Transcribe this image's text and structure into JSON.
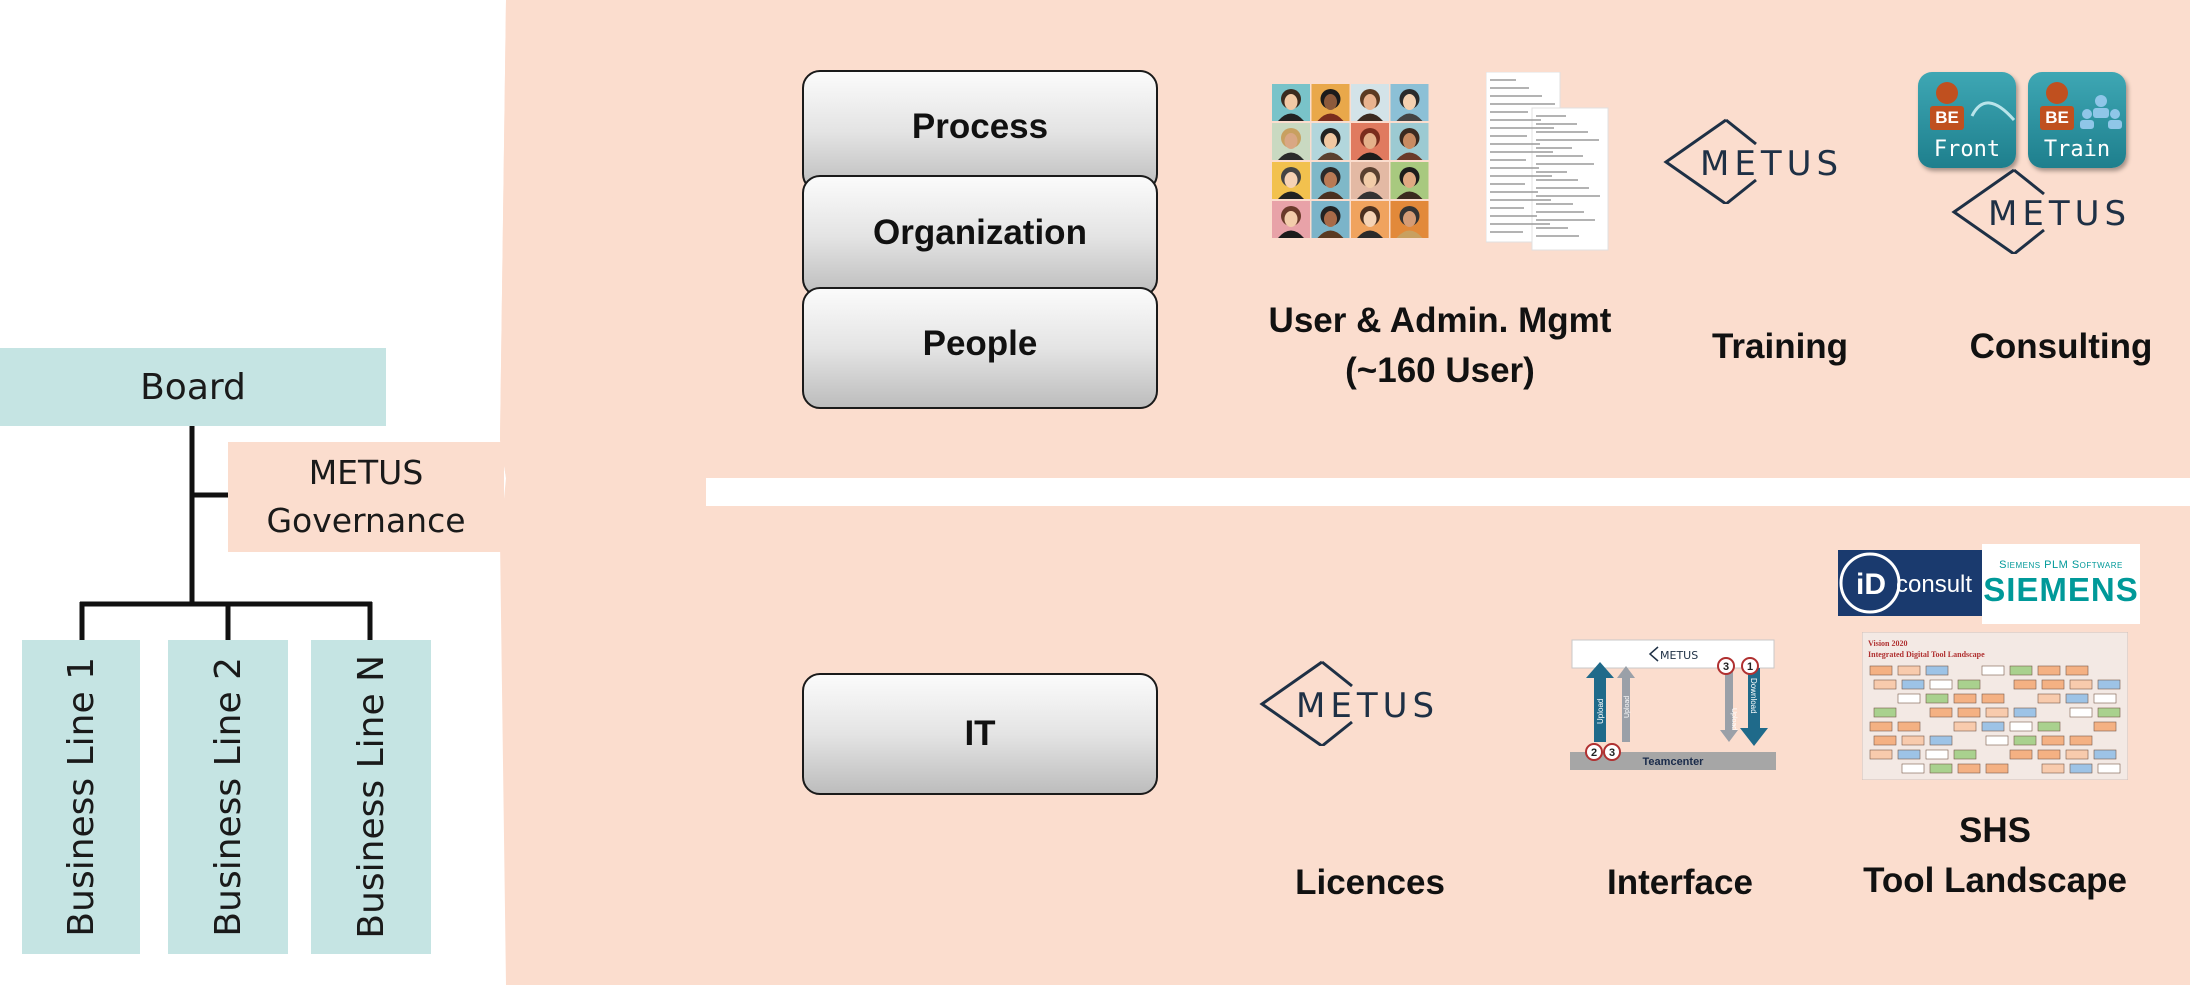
{
  "org_chart": {
    "board": "Board",
    "governance": [
      "METUS",
      "Governance"
    ],
    "business_lines": [
      "Business Line 1",
      "Business Line 2",
      "Business Line N"
    ]
  },
  "top_panel": {
    "layers": [
      "Process",
      "Organization",
      "People"
    ],
    "services": [
      {
        "caption": [
          "User & Admin. Mgmt",
          "(~160 User)"
        ]
      },
      {
        "caption": [
          "Training"
        ]
      },
      {
        "caption": [
          "Consulting"
        ]
      }
    ],
    "be_icons": [
      "Front",
      "Train"
    ],
    "be_badge": "BE"
  },
  "bottom_panel": {
    "layer": "IT",
    "services": [
      {
        "caption": [
          "Licences"
        ]
      },
      {
        "caption": [
          "Interface"
        ]
      },
      {
        "caption": [
          "SHS",
          "Tool Landscape"
        ]
      }
    ],
    "interface_diagram": {
      "header": "METUS",
      "base": "Teamcenter",
      "arrows": [
        "Upload",
        "Upload",
        "Upload",
        "Download"
      ],
      "badges": [
        "2",
        "3",
        "3",
        "1"
      ]
    },
    "partner_logos": {
      "idconsult": "consult",
      "idconsult_mark": "iD",
      "siemens_top": "Siemens PLM Software",
      "siemens_main": "SIEMENS"
    },
    "landscape_title": [
      "Vision 2020",
      "Integrated Digital Tool Landscape"
    ]
  },
  "logo_text": "METUS",
  "colors": {
    "panel": "#fbddce",
    "teal": "#c5e4e3",
    "metus_navy": "#1e3045",
    "be_teal": "#2f93a1",
    "be_orange": "#c0501f",
    "siemens_teal": "#009999",
    "idconsult_navy": "#1a3a6e"
  },
  "icons": {
    "avatars": "people-grid-icon",
    "user_list": "user-list-document-icon",
    "be_front": "be-front-app-icon",
    "be_train": "be-train-app-icon"
  }
}
